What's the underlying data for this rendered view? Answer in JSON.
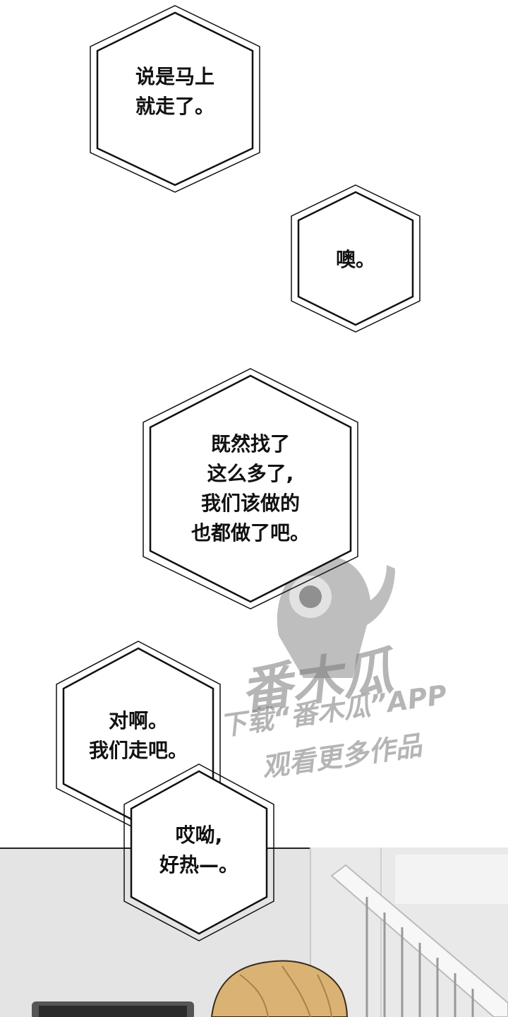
{
  "bubbles": [
    {
      "lines": [
        "说是马上",
        "就走了。"
      ]
    },
    {
      "lines": [
        "噢。"
      ]
    },
    {
      "lines": [
        "既然找了",
        "这么多了,",
        "我们该做的",
        "也都做了吧。"
      ]
    },
    {
      "lines": [
        "对啊。",
        "我们走吧。"
      ]
    },
    {
      "lines": [
        "哎呦,",
        "好热—。"
      ]
    }
  ],
  "watermark": {
    "brand": "番木瓜",
    "line1": "下载“番木瓜”APP",
    "line2": "观看更多作品"
  },
  "colors": {
    "ink": "#111111",
    "background": "#ffffff",
    "scene_gray": "#e4e4e4",
    "hair": "#d9b274"
  }
}
